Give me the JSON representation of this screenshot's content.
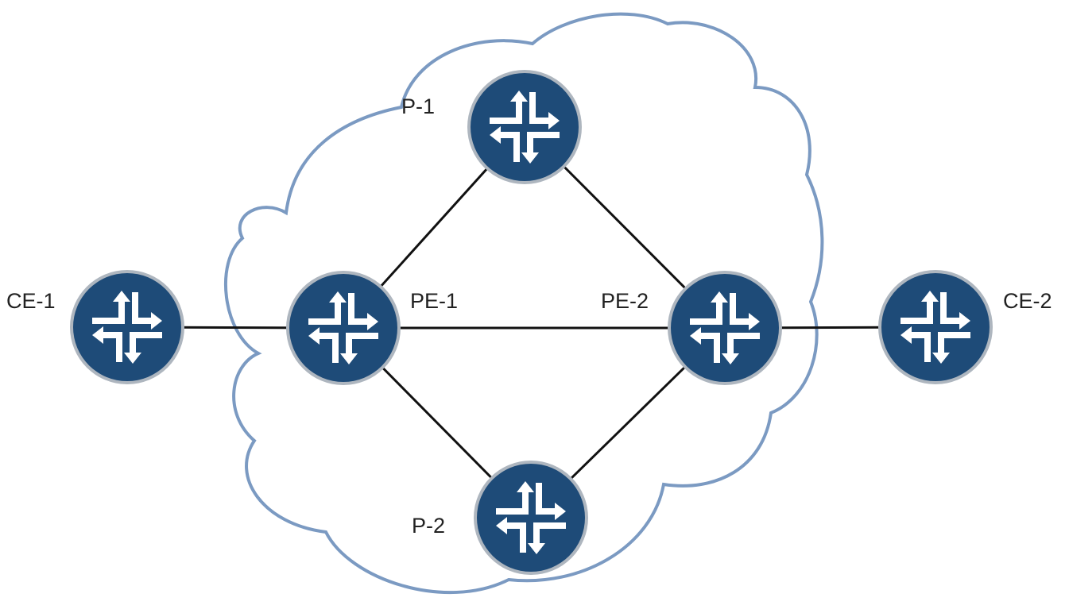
{
  "colors": {
    "cloud_stroke": "#7b9ac2",
    "link": "#111111",
    "router_fill": "#1e4b78",
    "router_ring": "#aeb6bf",
    "router_arrow": "#ffffff",
    "label": "#222222"
  },
  "cloud": {
    "icon": "cloud-outline"
  },
  "nodes": [
    {
      "id": "ce1",
      "label": "CE-1",
      "icon": "router-icon"
    },
    {
      "id": "pe1",
      "label": "PE-1",
      "icon": "router-icon"
    },
    {
      "id": "p1",
      "label": "P-1",
      "icon": "router-icon"
    },
    {
      "id": "p2",
      "label": "P-2",
      "icon": "router-icon"
    },
    {
      "id": "pe2",
      "label": "PE-2",
      "icon": "router-icon"
    },
    {
      "id": "ce2",
      "label": "CE-2",
      "icon": "router-icon"
    }
  ],
  "links": [
    {
      "from": "ce1",
      "to": "pe1"
    },
    {
      "from": "pe1",
      "to": "p1"
    },
    {
      "from": "pe1",
      "to": "pe2"
    },
    {
      "from": "pe1",
      "to": "p2"
    },
    {
      "from": "p1",
      "to": "pe2"
    },
    {
      "from": "p2",
      "to": "pe2"
    },
    {
      "from": "pe2",
      "to": "ce2"
    }
  ]
}
